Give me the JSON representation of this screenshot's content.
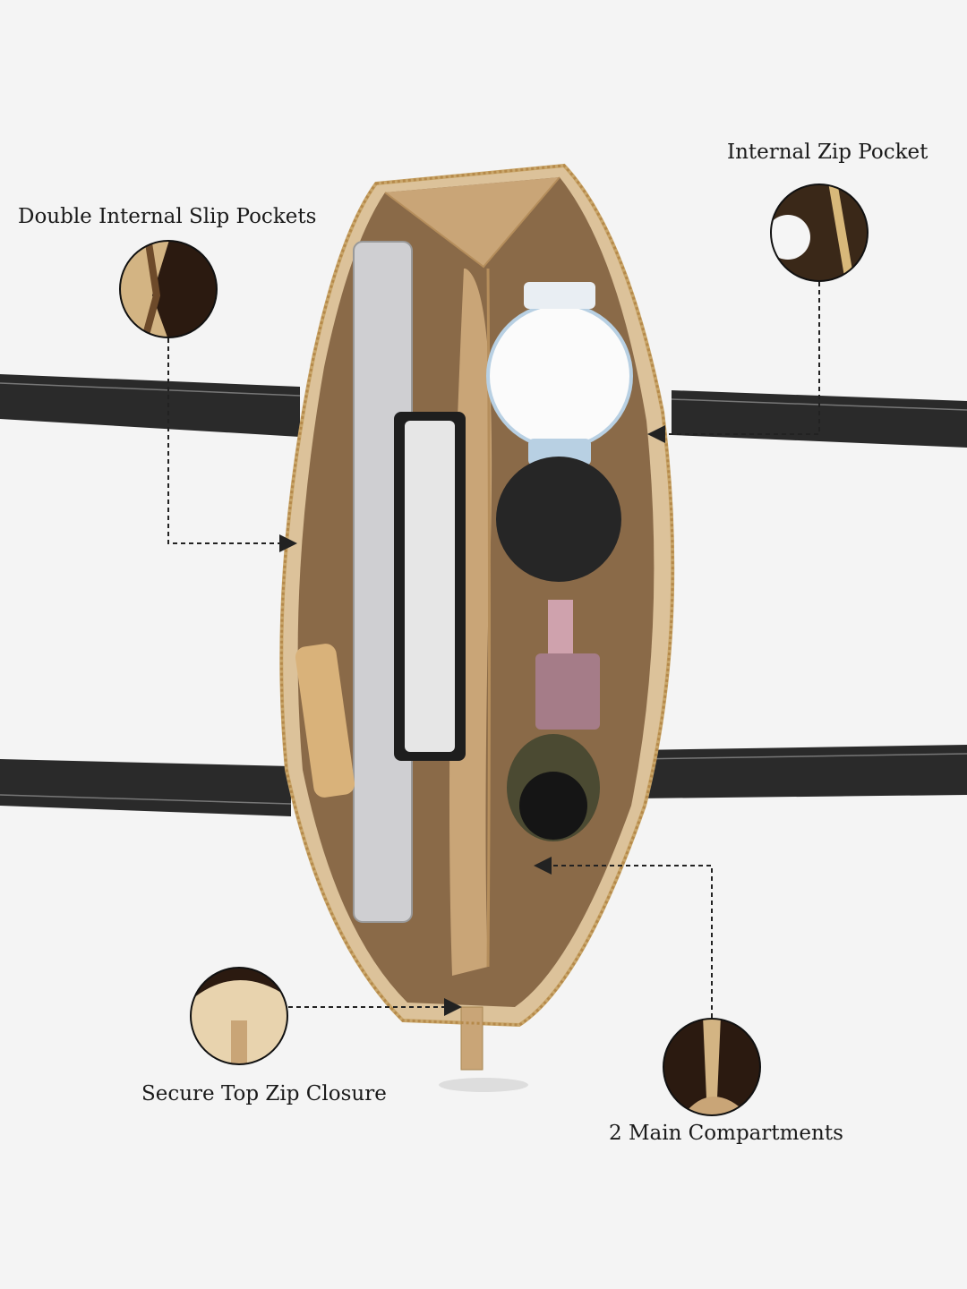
{
  "callouts": {
    "internal_zip_pocket": "Internal Zip Pocket",
    "double_slip_pockets": "Double Internal Slip Pockets",
    "top_zip_closure": "Secure Top Zip Closure",
    "main_compartments": "2 Main Compartments"
  },
  "colors": {
    "background": "#f4f4f4",
    "bag_exterior": "#dcc29a",
    "bag_interior": "#8a6a48",
    "strap": "#2a2a2a",
    "callout_line": "#222222"
  }
}
